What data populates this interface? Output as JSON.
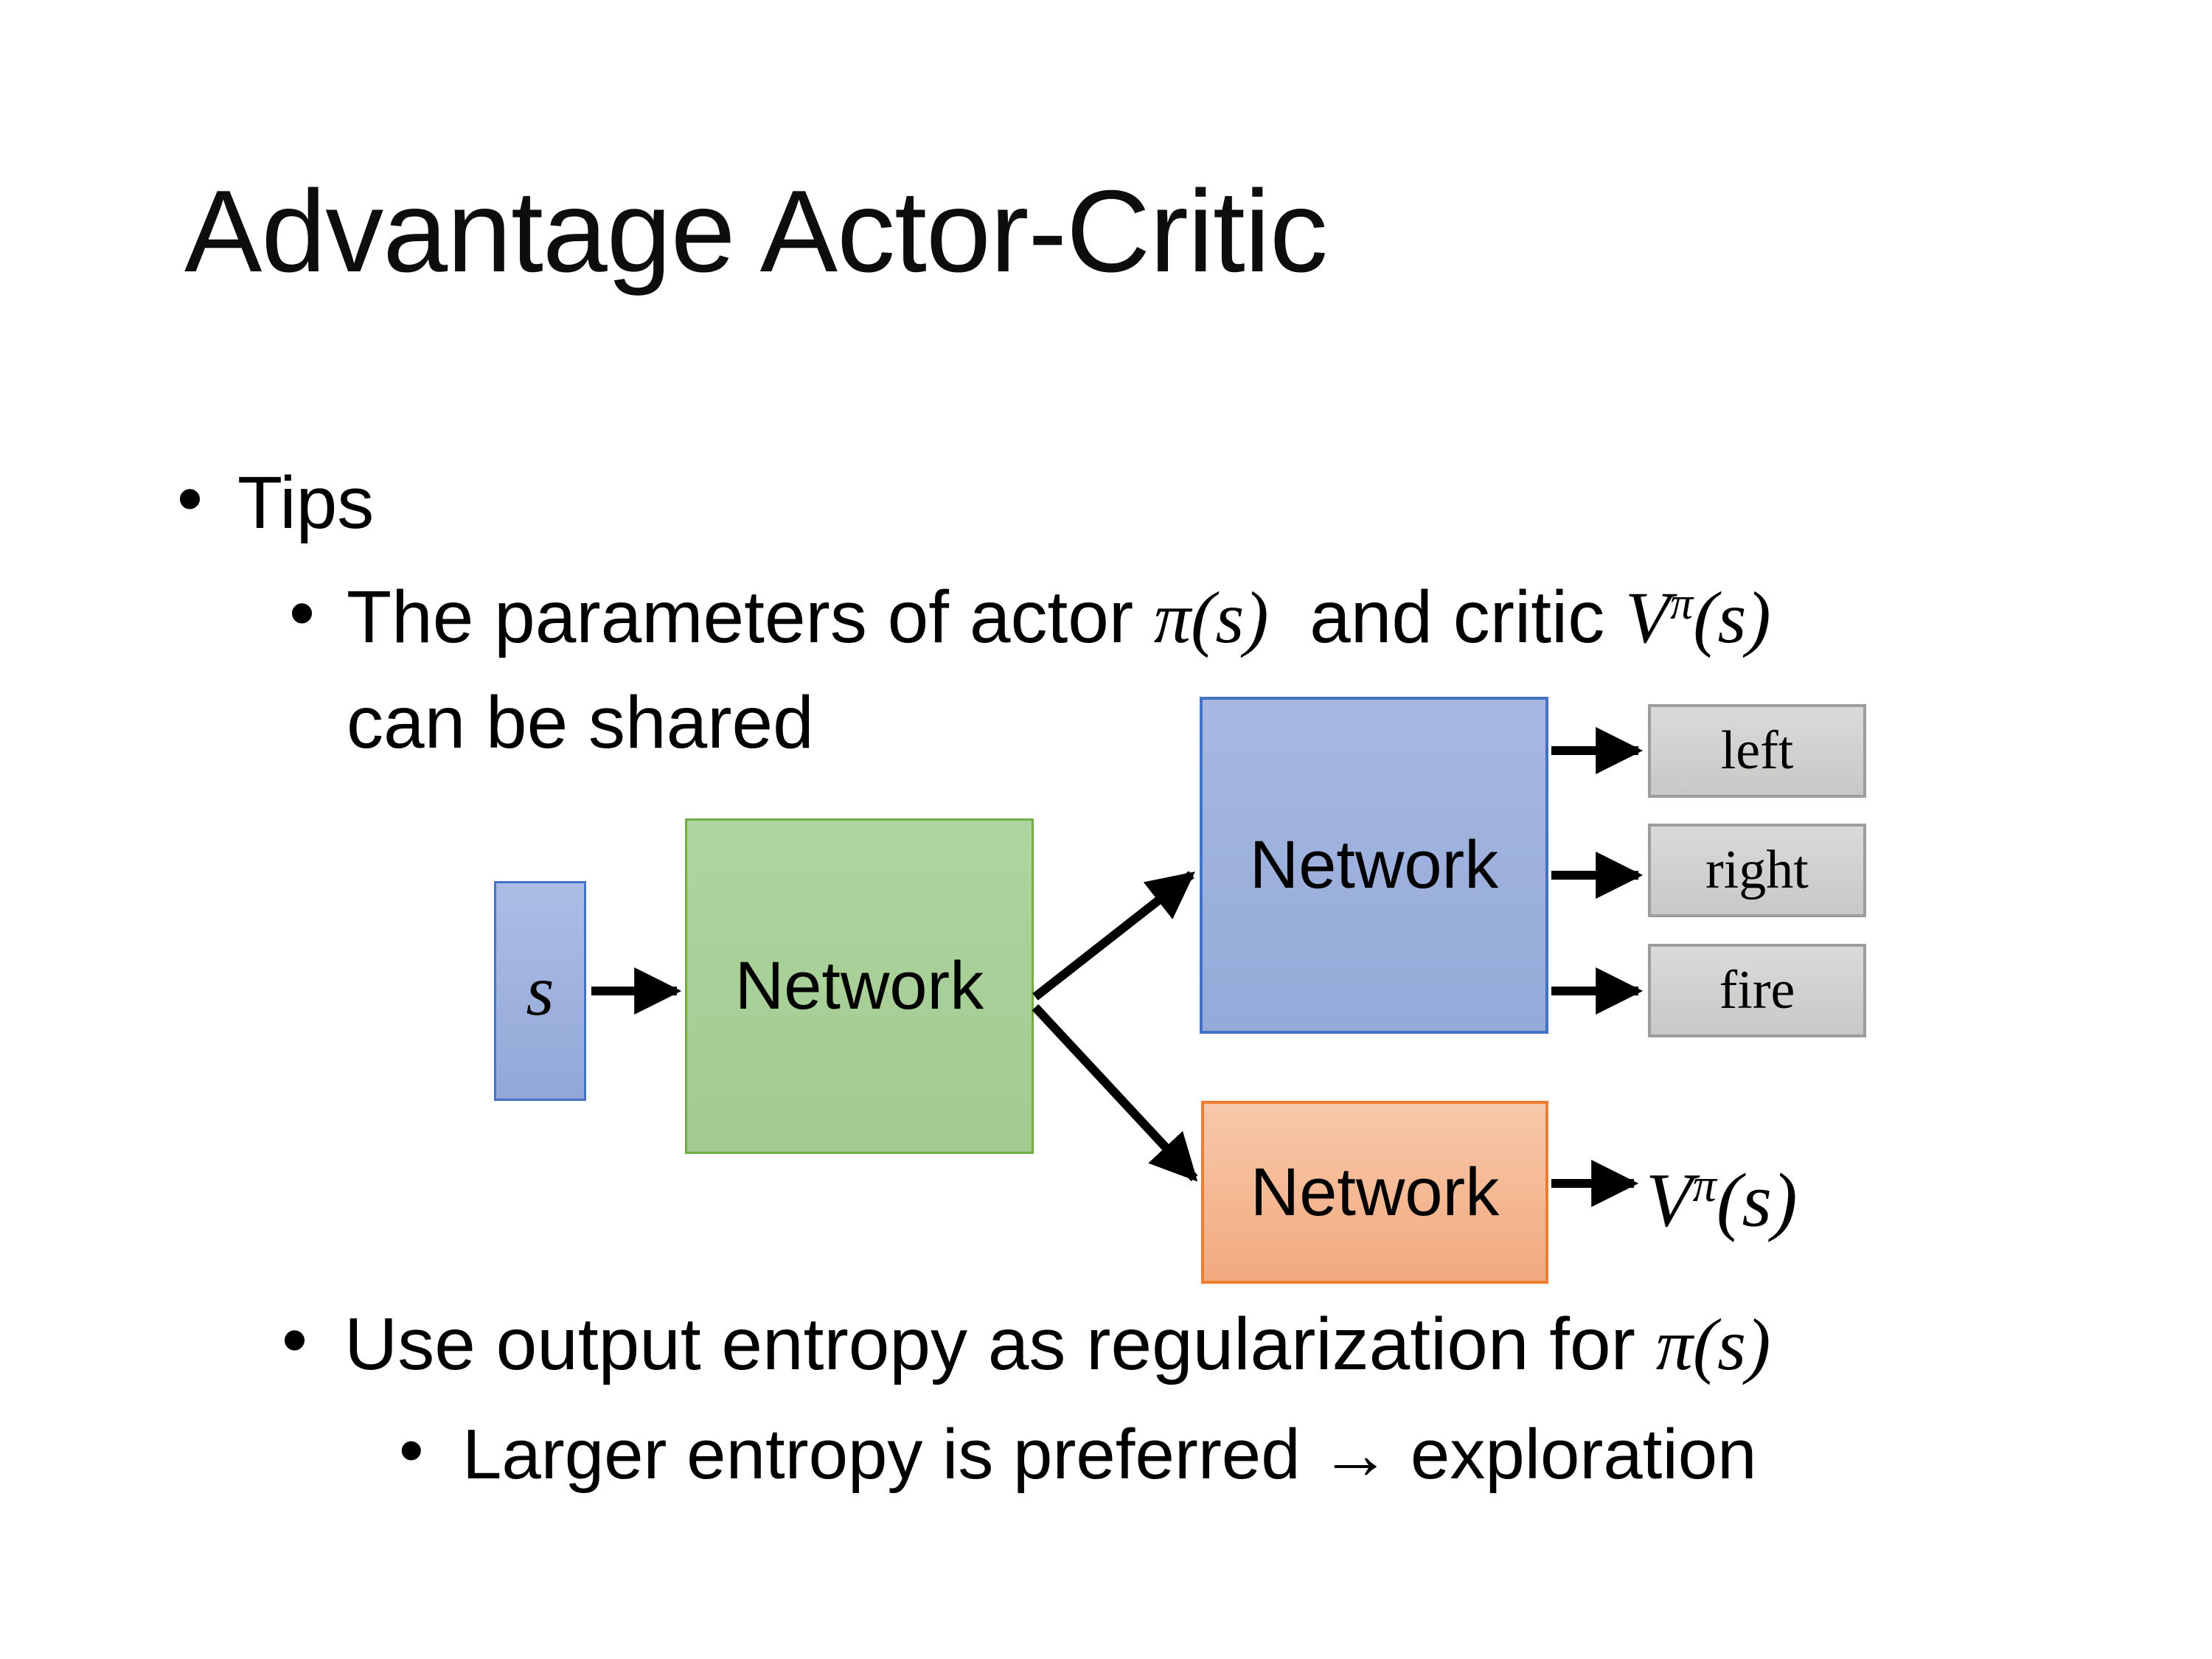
{
  "slide": {
    "title": "Advantage Actor-Critic",
    "bullet_char": "•",
    "bullets": {
      "tips_label": "Tips",
      "sub1": {
        "plain1": "The parameters of actor ",
        "math_actor": "π(s)",
        "plain2": "  and critic ",
        "math_critic_base": "V",
        "math_critic_sup": "π",
        "math_critic_tail": "(s)",
        "line2": "can be shared"
      },
      "sub2": {
        "plain1": "Use output entropy as regularization for ",
        "math_policy": "π(s)"
      },
      "sub3_label": "Larger entropy is preferred → exploration"
    }
  },
  "diagram": {
    "state_label": "s",
    "shared_network_label": "Network",
    "actor_network_label": "Network",
    "critic_network_label": "Network",
    "action_labels": {
      "left": "left",
      "right": "right",
      "fire": "fire"
    },
    "critic_output": {
      "base": "V",
      "sup": "π",
      "tail": "(s)"
    }
  },
  "colors": {
    "state_fill_top": "#ACBDE5",
    "state_fill_bottom": "#93A8D8",
    "state_border": "#4472C4",
    "shared_fill_top": "#AFD4A0",
    "shared_fill_bottom": "#A3CB90",
    "shared_border": "#70AD47",
    "actor_fill_top": "#A6B8E2",
    "actor_fill_bottom": "#95AAD9",
    "actor_border": "#4472C4",
    "critic_fill_top": "#F8C8AA",
    "critic_fill_bottom": "#F2AA7E",
    "critic_border": "#ED7D31",
    "action_fill_top": "#D9DBD8",
    "action_fill_bottom": "#C7C9C6",
    "action_border": "#9C9E9B",
    "arrow": "#000000",
    "text": "#000000"
  }
}
